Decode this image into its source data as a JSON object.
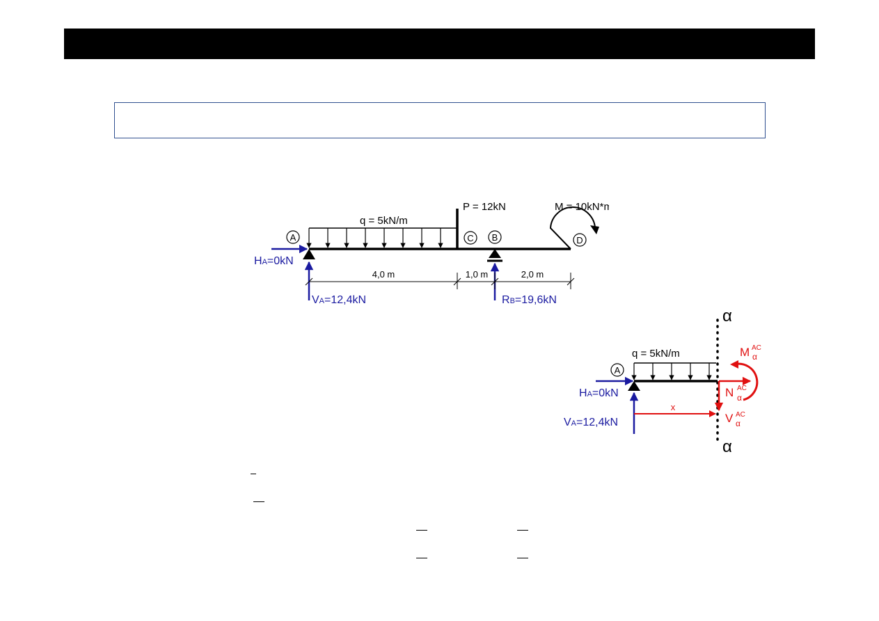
{
  "slide": {
    "header": "",
    "subtitle": ""
  },
  "colors": {
    "beam": "#000000",
    "reaction": "#1a1aa0",
    "internal": "#e01010"
  },
  "beam": {
    "load_q": "q = 5kN/m",
    "load_P": "P = 12kN",
    "moment_M": "M = 10kN*m",
    "node_A": "A",
    "node_B": "B",
    "node_C": "C",
    "node_D": "D",
    "HA_main": "H",
    "HA_sub": "A",
    "HA_val": "=0kN",
    "VA_main": "V",
    "VA_sub": "A",
    "VA_val": "=12,4kN",
    "RB_main": "R",
    "RB_sub": "B",
    "RB_val": "=19,6kN",
    "dim_1": "4,0 m",
    "dim_2": "1,0 m",
    "dim_3": "2,0 m"
  },
  "section": {
    "alpha": "α",
    "load_q": "q = 5kN/m",
    "node_A": "A",
    "HA_main": "H",
    "HA_sub": "A",
    "HA_val": "=0kN",
    "VA_main": "V",
    "VA_sub": "A",
    "VA_val": "=12,4kN",
    "x_label": "x",
    "M_main": "M",
    "N_main": "N",
    "V_main": "V",
    "sub_alpha": "α",
    "sup_AC": "AC"
  }
}
